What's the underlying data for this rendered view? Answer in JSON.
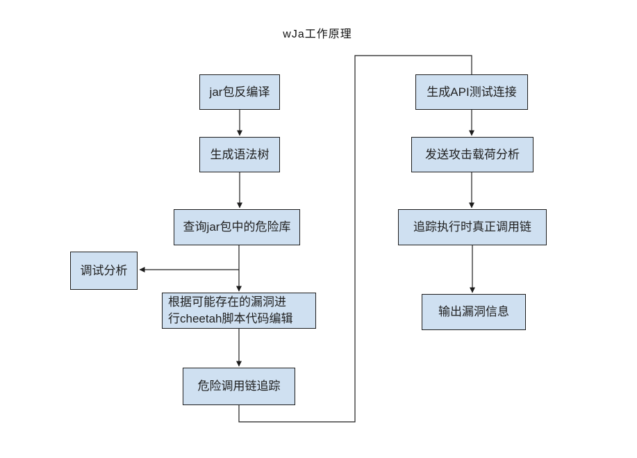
{
  "title": "wJa工作原理",
  "colors": {
    "node_fill": "#cfe0f1",
    "node_border": "#1b1b1b",
    "line": "#1b1b1b",
    "text": "#1f1f1f",
    "background": "#ffffff"
  },
  "nodes": {
    "jar_decompile": {
      "label": "jar包反编译"
    },
    "syntax_tree": {
      "label": "生成语法树"
    },
    "query_danger_libs": {
      "label": "查询jar包中的危险库"
    },
    "debug_analysis": {
      "label": "调试分析"
    },
    "cheetah_edit": {
      "label": "根据可能存在的漏洞进\n行cheetah脚本代码编辑"
    },
    "danger_call_chain": {
      "label": "危险调用链追踪"
    },
    "api_test_link": {
      "label": "生成API测试连接"
    },
    "attack_payload": {
      "label": "发送攻击载荷分析"
    },
    "trace_real_chain": {
      "label": "追踪执行时真正调用链"
    },
    "output_vuln_info": {
      "label": "输出漏洞信息"
    }
  },
  "edges": [
    {
      "from": "jar_decompile",
      "to": "syntax_tree",
      "arrow": true
    },
    {
      "from": "syntax_tree",
      "to": "query_danger_libs",
      "arrow": true
    },
    {
      "from": "query_danger_libs",
      "to": "cheetah_edit",
      "arrow": true
    },
    {
      "from": "query_danger_libs",
      "to": "debug_analysis",
      "arrow": true
    },
    {
      "from": "cheetah_edit",
      "to": "danger_call_chain",
      "arrow": true
    },
    {
      "from": "danger_call_chain",
      "to": "api_test_link",
      "arrow": false
    },
    {
      "from": "api_test_link",
      "to": "attack_payload",
      "arrow": true
    },
    {
      "from": "attack_payload",
      "to": "trace_real_chain",
      "arrow": true
    },
    {
      "from": "trace_real_chain",
      "to": "output_vuln_info",
      "arrow": true
    }
  ]
}
